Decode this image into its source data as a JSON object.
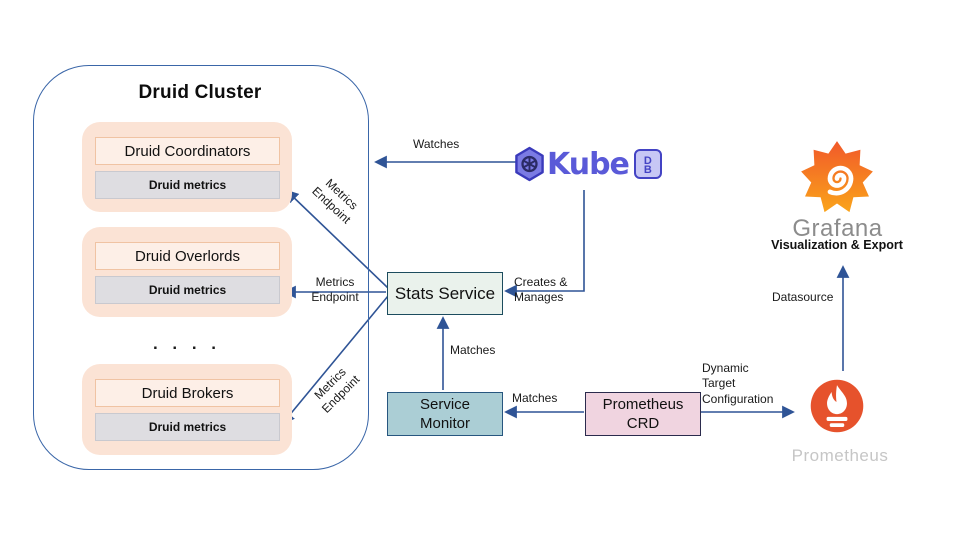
{
  "diagram": {
    "cluster": {
      "title": "Druid Cluster",
      "ellipsis": ". . . .",
      "groups": [
        {
          "label": "Druid Coordinators",
          "metrics_label": "Druid metrics"
        },
        {
          "label": "Druid Overlords",
          "metrics_label": "Druid metrics"
        },
        {
          "label": "Druid Brokers",
          "metrics_label": "Druid metrics"
        }
      ]
    },
    "nodes": {
      "stats_service": "Stats Service",
      "service_monitor": "Service\nMonitor",
      "prometheus_crd": "Prometheus\nCRD"
    },
    "logos": {
      "kubedb": {
        "text": "Kube",
        "badge": "DB",
        "icon": "kubedb-hexagon-helm"
      },
      "grafana": {
        "name": "Grafana",
        "subtitle": "Visualization & Export",
        "icon": "grafana-spiral-sun"
      },
      "prometheus": {
        "name": "Prometheus",
        "icon": "prometheus-torch"
      }
    },
    "edges": {
      "watches": "Watches",
      "creates_manages": "Creates &\nManages",
      "matches_stats": "Matches",
      "matches_crd": "Matches",
      "dynamic_target": "Dynamic\nTarget\nConfiguration",
      "datasource": "Datasource",
      "metrics_endpoint_top": "Metrics\nEndpoint",
      "metrics_endpoint_mid": "Metrics\nEndpoint",
      "metrics_endpoint_bottom": "Metrics\nEndpoint"
    },
    "colors": {
      "arrow": "#2f5496",
      "cluster_border": "#3a66a8",
      "group_fill": "#fbe3d5",
      "group_label_fill": "#fdefe7",
      "group_label_border": "#f0c3a3",
      "metrics_fill": "#dedde1",
      "stats_fill": "#eaf2ec",
      "stats_border": "#1c4c5e",
      "monitor_fill": "#abced5",
      "crd_fill": "#f0d4e0",
      "kubedb_purple": "#5a5ad8",
      "prometheus_orange": "#e6522c",
      "grafana_orange_top": "#f1592a",
      "grafana_orange_bottom": "#faa41a",
      "grafana_text_gray": "#8c8c8c",
      "prometheus_text_gray": "#c6c6c6"
    }
  }
}
